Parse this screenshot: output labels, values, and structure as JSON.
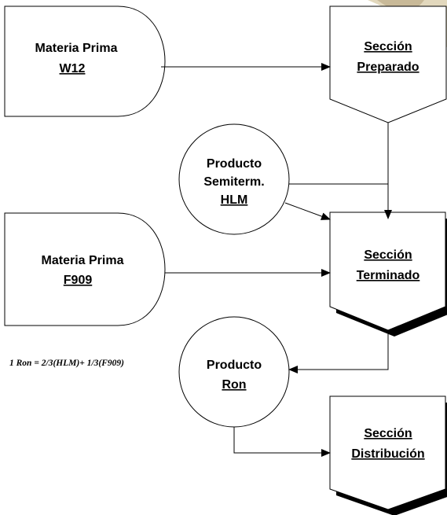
{
  "nodes": {
    "raw_w12": {
      "line1": "Materia Prima",
      "line2": "W12"
    },
    "raw_f909": {
      "line1": "Materia Prima",
      "line2": "F909"
    },
    "hlm": {
      "line1": "Producto",
      "line2": "Semiterm.",
      "line3": "HLM"
    },
    "ron": {
      "line1": "Producto",
      "line2": "Ron"
    },
    "prep": {
      "line1": "Sección",
      "line2": "Preparado"
    },
    "term": {
      "line1": "Sección",
      "line2": "Terminado"
    },
    "dist": {
      "line1": "Sección",
      "line2": "Distribución"
    }
  },
  "formula": "1 Ron = 2/3(HLM)+ 1/3(F909)",
  "colors": {
    "stroke": "#000000",
    "fill": "#ffffff",
    "shadow": "#000000",
    "decor": "#c8b27a"
  }
}
